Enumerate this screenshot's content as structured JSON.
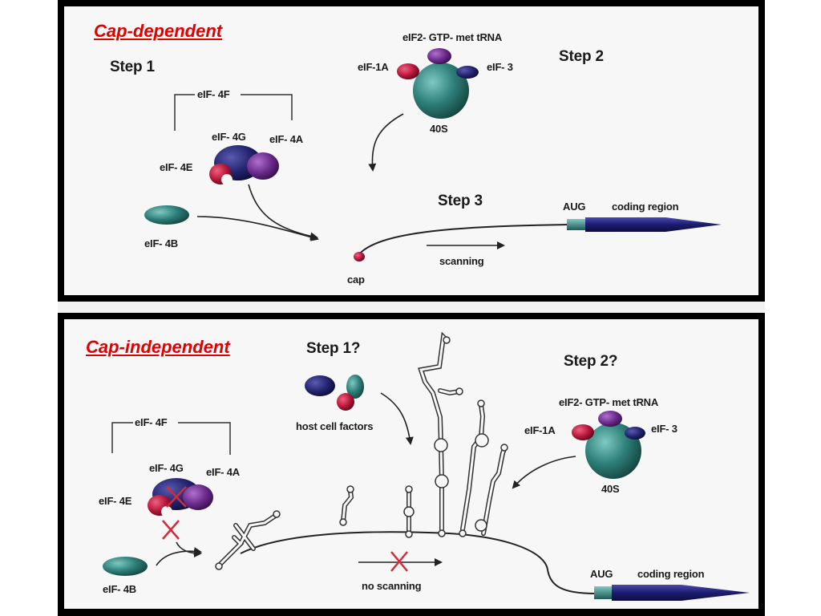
{
  "top": {
    "title": "Cap-dependent",
    "step1": "Step 1",
    "step2": "Step 2",
    "step3": "Step 3",
    "eif4f": "eIF- 4F",
    "eif4g": "eIF- 4G",
    "eif4a": "eIF- 4A",
    "eif4e": "eIF- 4E",
    "eif4b": "eIF- 4B",
    "complex": "eIF2- GTP- met tRNA",
    "eif1a": "eIF-1A",
    "eif3": "eIF- 3",
    "ribo40s": "40S",
    "aug": "AUG",
    "coding": "coding region",
    "cap": "cap",
    "scanning": "scanning"
  },
  "bottom": {
    "title": "Cap-independent",
    "step1": "Step 1?",
    "step2": "Step 2?",
    "host": "host cell factors",
    "eif4f": "eIF- 4F",
    "eif4g": "eIF- 4G",
    "eif4a": "eIF- 4A",
    "eif4e": "eIF- 4E",
    "eif4b": "eIF- 4B",
    "complex": "eIF2- GTP- met tRNA",
    "eif1a": "eIF-1A",
    "eif3": "eIF- 3",
    "ribo40s": "40S",
    "aug": "AUG",
    "coding": "coding region",
    "noscan": "no scanning"
  },
  "colors": {
    "title": "#e00000",
    "teal": "#2e7f7a",
    "navy": "#23236e",
    "purple": "#6a2a8a",
    "crimson": "#b5173a",
    "cross": "#d42a3a"
  }
}
